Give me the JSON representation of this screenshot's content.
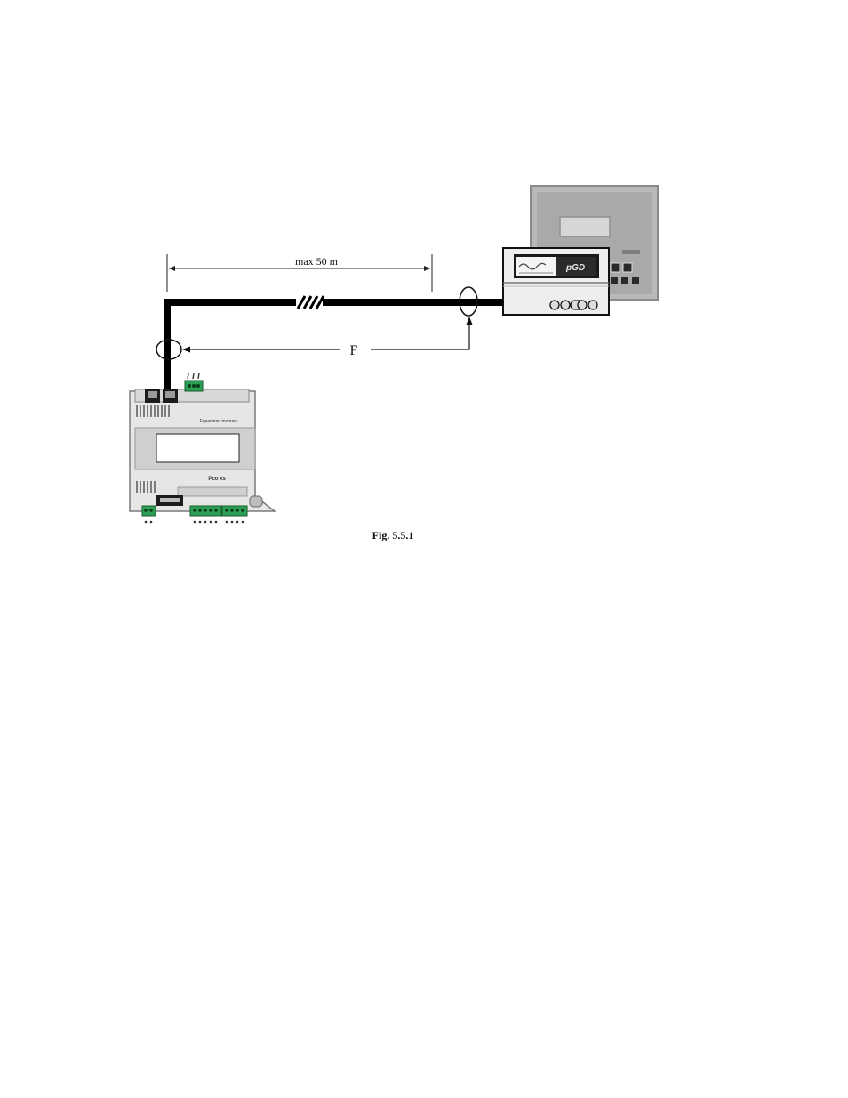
{
  "figure": {
    "distance_label": "max 50 m",
    "ferrite_label": "F",
    "caption": "Fig. 5.5.1"
  },
  "controller": {
    "front_label": "Pco xs",
    "top_label": "Expansion memory"
  },
  "terminal": {
    "logo": "pGD"
  },
  "colors": {
    "cable": "#000000",
    "terminal_block": "#2f9e55",
    "panel": "#a9aaa8",
    "device_body": "#e8e8e6"
  },
  "icons": [
    "cable-break-icon",
    "ferrite-ring-icon",
    "arrow-icon"
  ]
}
